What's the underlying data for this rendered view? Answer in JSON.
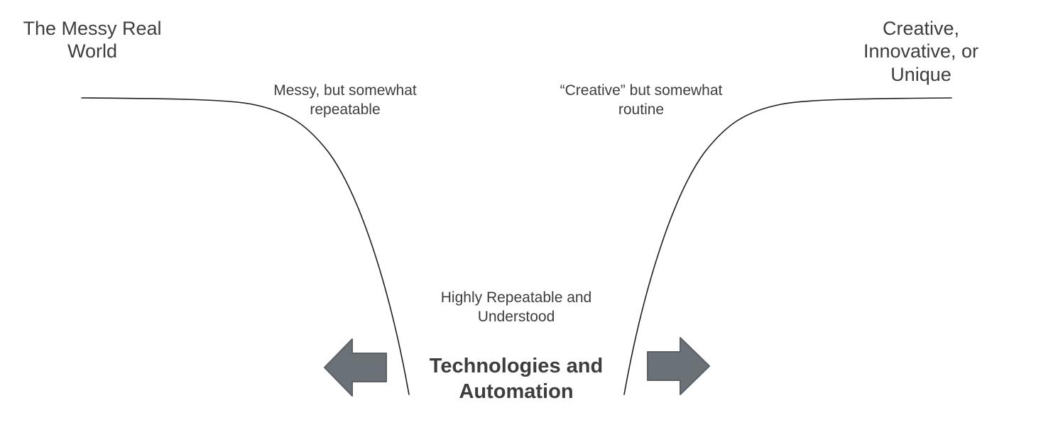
{
  "labels": {
    "top_left": "The Messy Real\nWorld",
    "top_right": "Creative, Innovative, or\nUnique",
    "mid_left": "Messy, but somewhat\nrepeatable",
    "mid_right": "“Creative” but somewhat\nroutine",
    "center_description": "Highly Repeatable and\nUnderstood",
    "center_title": "Technologies and\nAutomation"
  },
  "icons": {
    "left_arrow": "left-block-arrow",
    "right_arrow": "right-block-arrow"
  },
  "colors": {
    "background": "#ffffff",
    "text": "#3d3d3d",
    "curve": "#1e1e1e",
    "arrow_fill": "#6a7177",
    "arrow_stroke": "#5b6167"
  }
}
